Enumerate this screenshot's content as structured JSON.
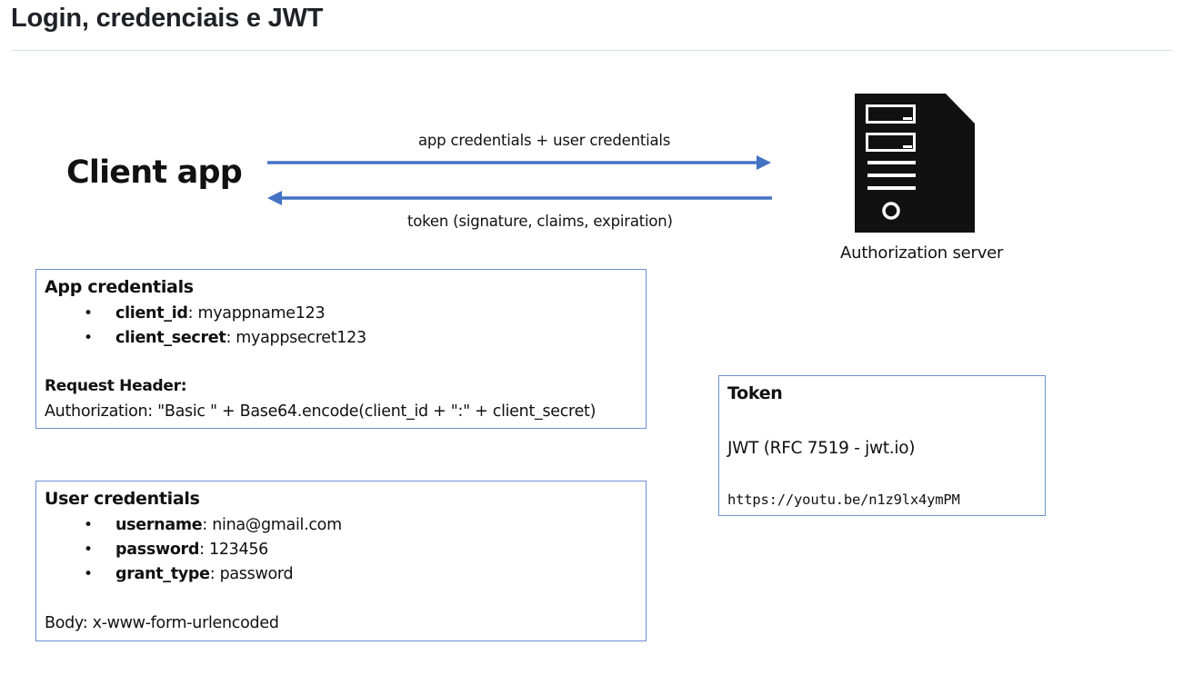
{
  "page": {
    "title": "Login, credenciais e JWT"
  },
  "diagram": {
    "client_label": "Client app",
    "server_label": "Authorization server",
    "arrow_request_label": "app credentials + user credentials",
    "arrow_response_label": "token (signature, claims, expiration)",
    "arrow_color": "#4472c4",
    "box_border_color": "#6d8fd1",
    "server_icon": "server-tower-icon",
    "app_credentials": {
      "title": "App credentials",
      "items": [
        {
          "key": "client_id",
          "value": ": myappname123"
        },
        {
          "key": "client_secret",
          "value": ": myappsecret123"
        }
      ],
      "header_title": "Request Header:",
      "header_value": "Authorization: \"Basic \" + Base64.encode(client_id + \":\" + client_secret)"
    },
    "user_credentials": {
      "title": "User credentials",
      "items": [
        {
          "key": "username",
          "value": ": nina@gmail.com"
        },
        {
          "key": "password",
          "value": ": 123456"
        },
        {
          "key": "grant_type",
          "value": ": password"
        }
      ],
      "body_value": "Body: x-www-form-urlencoded"
    },
    "token": {
      "title": "Token",
      "jwt_label": "JWT (RFC 7519 - jwt.io)",
      "url": "https://youtu.be/n1z9lx4ymPM"
    }
  }
}
